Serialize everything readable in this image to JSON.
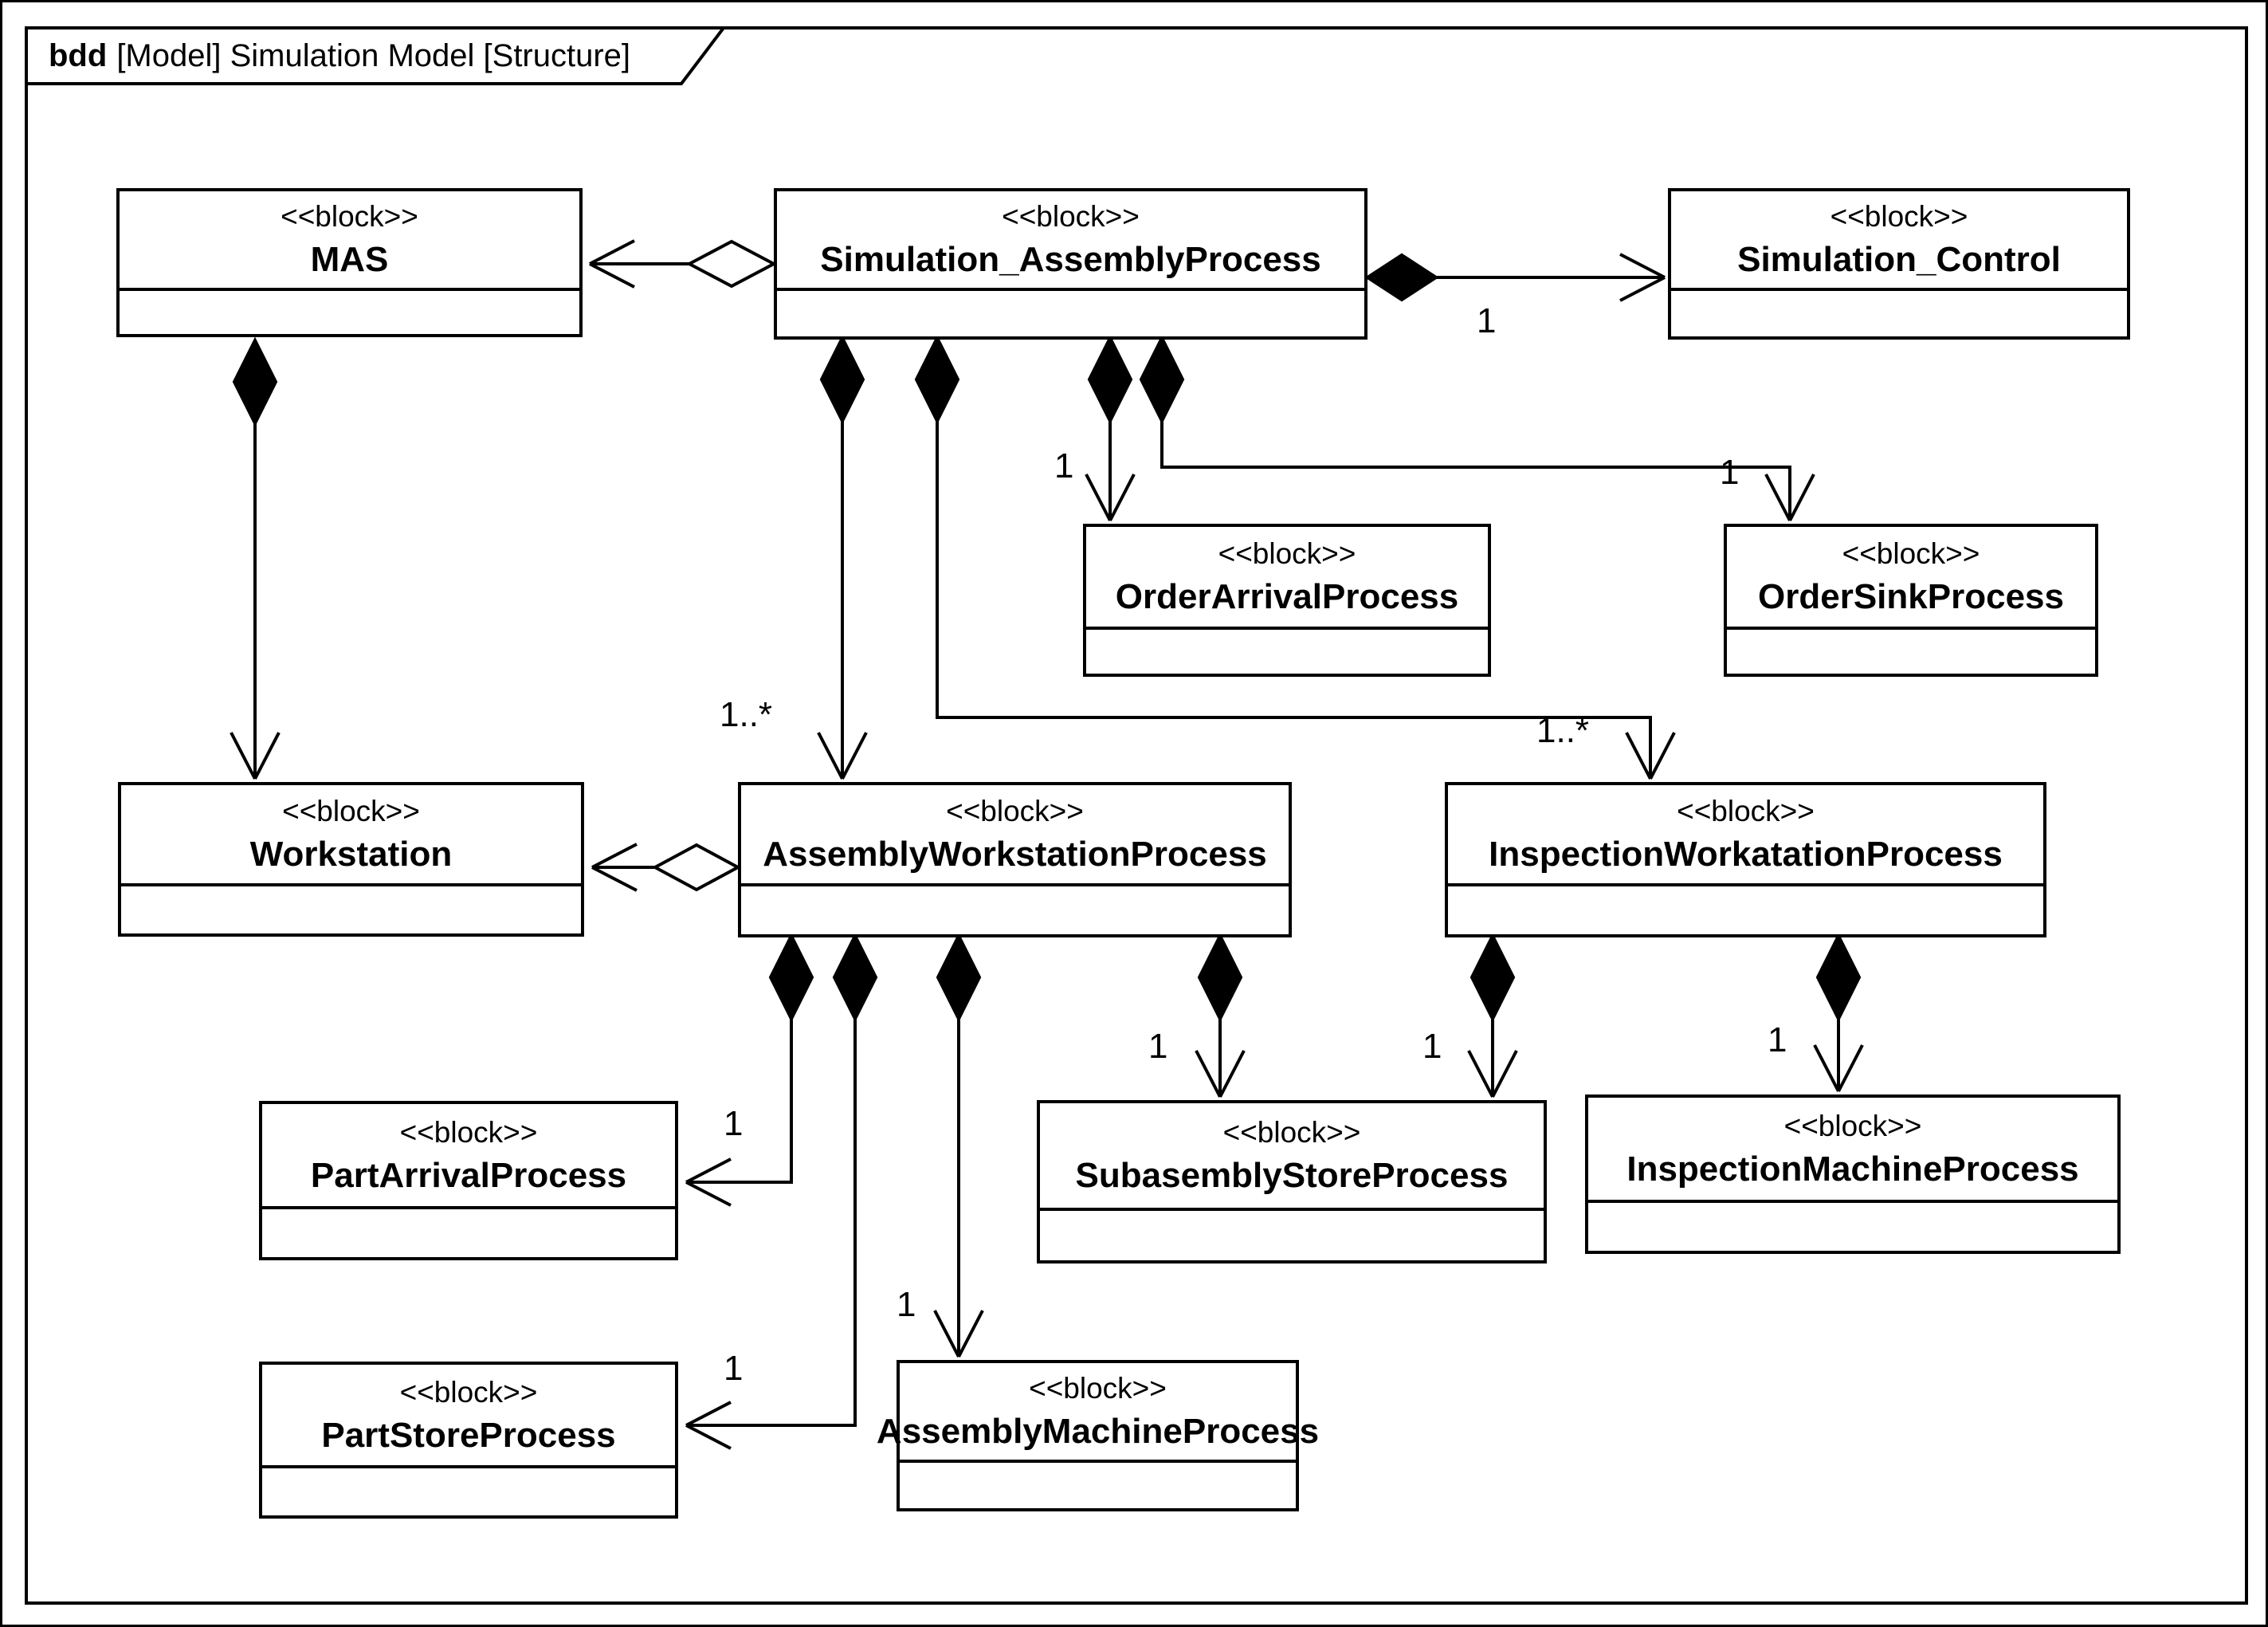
{
  "frame": {
    "keyword": "bdd",
    "title": "[Model] Simulation Model [Structure]"
  },
  "nodes": [
    {
      "id": "mas",
      "stereotype": "<<block>>",
      "name": "MAS"
    },
    {
      "id": "sap",
      "stereotype": "<<block>>",
      "name": "Simulation_AssemblyProcess"
    },
    {
      "id": "sc",
      "stereotype": "<<block>>",
      "name": "Simulation_Control"
    },
    {
      "id": "oap",
      "stereotype": "<<block>>",
      "name": "OrderArrivalProcess"
    },
    {
      "id": "osp",
      "stereotype": "<<block>>",
      "name": "OrderSinkProcess"
    },
    {
      "id": "ws",
      "stereotype": "<<block>>",
      "name": "Workstation"
    },
    {
      "id": "awp",
      "stereotype": "<<block>>",
      "name": "AssemblyWorkstationProcess"
    },
    {
      "id": "iwp",
      "stereotype": "<<block>>",
      "name": "InspectionWorkatationProcess"
    },
    {
      "id": "pap",
      "stereotype": "<<block>>",
      "name": "PartArrivalProcess"
    },
    {
      "id": "ssp",
      "stereotype": "<<block>>",
      "name": "SubasemblyStoreProcess"
    },
    {
      "id": "imp",
      "stereotype": "<<block>>",
      "name": "InspectionMachineProcess"
    },
    {
      "id": "psp",
      "stereotype": "<<block>>",
      "name": "PartStoreProcess"
    },
    {
      "id": "amp",
      "stereotype": "<<block>>",
      "name": "AssemblyMachineProcess"
    }
  ],
  "multiplicities": {
    "sap_sc": "1",
    "sap_awp": "1..*",
    "sap_iwp": "1..*",
    "sap_oap": "1",
    "sap_osp": "1",
    "awp_pap": "1",
    "awp_psp": "1",
    "awp_amp": "1",
    "awp_ssp": "1",
    "iwp_ssp": "1",
    "iwp_imp": "1"
  },
  "colors": {
    "line": "#000000",
    "background": "#ffffff"
  }
}
